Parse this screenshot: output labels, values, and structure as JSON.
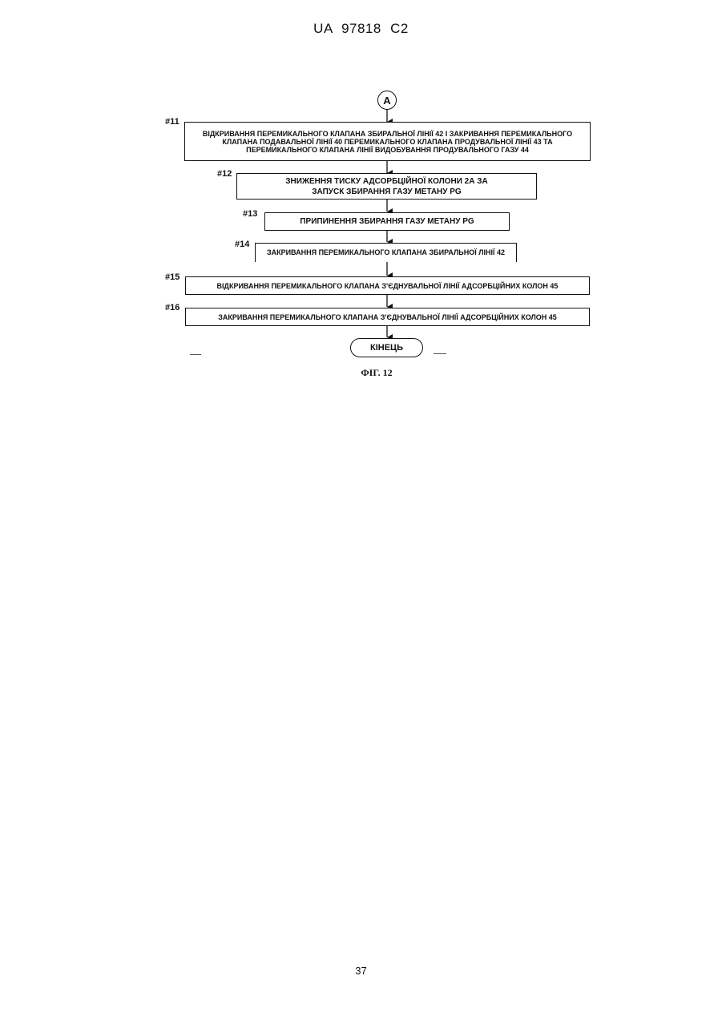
{
  "header": {
    "patent_number": "UA   97818   C2"
  },
  "flowchart": {
    "start_connector": "A",
    "steps": [
      {
        "id": "#11",
        "text": "ВІДКРИВАННЯ ПЕРЕМИКАЛЬНОГО КЛАПАНА ЗБИРАЛЬНОЇ ЛІНІЇ 42 І ЗАКРИВАННЯ ПЕРЕМИКАЛЬНОГО КЛАПАНА ПОДАВАЛЬНОЇ ЛІНІЇ 40 ПЕРЕМИКАЛЬНОГО КЛАПАНА ПРОДУВАЛЬНОЇ ЛІНІЇ 43 ТА ПЕРЕМИКАЛЬНОГО КЛАПАНА ЛІНІЇ ВИДОБУВАННЯ ПРОДУВАЛЬНОГО ГАЗУ 44"
      },
      {
        "id": "#12",
        "text": "ЗНИЖЕННЯ ТИСКУ АДСОРБЦІЙНОЇ КОЛОНИ 2А ЗА ЗАПУСК ЗБИРАННЯ ГАЗУ МЕТАНУ PG"
      },
      {
        "id": "#13",
        "text": "ПРИПИНЕННЯ ЗБИРАННЯ ГАЗУ МЕТАНУ PG"
      },
      {
        "id": "#14",
        "text": "ЗАКРИВАННЯ ПЕРЕМИКАЛЬНОГО КЛАПАНА ЗБИРАЛЬНОЇ ЛІНІЇ 42"
      },
      {
        "id": "#15",
        "text": "ВІДКРИВАННЯ ПЕРЕМИКАЛЬНОГО КЛАПАНА З'ЄДНУВАЛЬНОЇ ЛІНІЇ АДСОРБЦІЙНИХ КОЛОН 45"
      },
      {
        "id": "#16",
        "text": "ЗАКРИВАННЯ ПЕРЕМИКАЛЬНОГО КЛАПАНА З'ЄДНУВАЛЬНОЇ ЛІНІЇ АДСОРБЦІЙНИХ КОЛОН 45"
      }
    ],
    "end_label": "КІНЕЦЬ",
    "caption": "ФІГ. 12"
  },
  "footer": {
    "page_number": "37"
  }
}
